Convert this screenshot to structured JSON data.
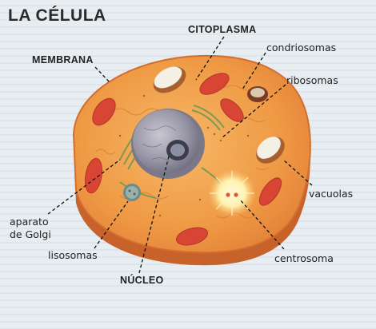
{
  "title": "LA CÉLULA",
  "labels": {
    "citoplasma": "CITOPLASMA",
    "membrana": "MEMBRANA",
    "condriosomas": "condriosomas",
    "ribosomas": "ribosomas",
    "vacuolas": "vacuolas",
    "aparato_line1": "aparato",
    "aparato_line2": "de Golgi",
    "lisosomas": "lisosomas",
    "nucleo": "NÚCLEO",
    "centrosoma": "centrosoma"
  },
  "colors": {
    "cytoplasm": "#f0a14a",
    "membrane": "#e07a2e",
    "rim": "#c9662a",
    "nucleus": "#8f8f9c",
    "mitochondria": "#d94535",
    "vacuole": "#f3f0e6",
    "golgi": "#7d9a52"
  }
}
